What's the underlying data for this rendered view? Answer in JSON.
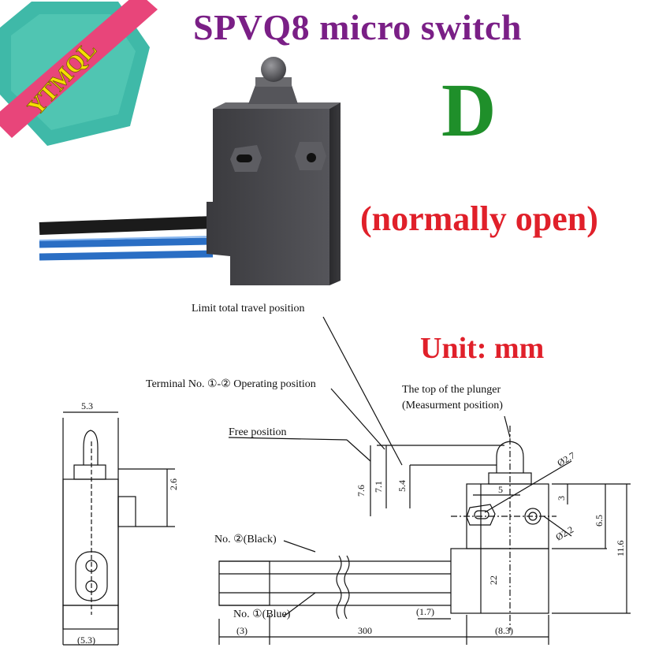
{
  "header": {
    "title": "SPVQ8 micro switch",
    "variant": "D",
    "mode": "(normally open)",
    "unit": "Unit: mm",
    "logo_text": "YTMQL"
  },
  "colors": {
    "title": "#7a1f86",
    "variant": "#1f8f2a",
    "accent_red": "#e0202a",
    "logo_teal": "#3fb9a8",
    "logo_pink": "#e8457a"
  },
  "diagram": {
    "labels": {
      "limit_travel": "Limit total travel position",
      "terminal_operating": "Terminal No. ①-② Operating position",
      "free_position": "Free position",
      "plunger_top": "The top of the plunger",
      "measurement": "(Measurment position)",
      "wire_black": "No. ②(Black)",
      "wire_blue": "No. ①(Blue)"
    },
    "dims": {
      "w_top": "5.3",
      "w_bottom": "(5.3)",
      "side_2_6": "2.6",
      "d_7_6": "7.6",
      "d_7_1": "7.1",
      "d_5_4": "5.4",
      "d_5": "5",
      "phi_2_7": "Ø2.7",
      "phi_2_2": "Ø2.2",
      "d_3": "3",
      "d_6_5": "6.5",
      "d_11_6": "11.6",
      "d_22": "22",
      "d_1_7": "(1.7)",
      "d_3_left": "(3)",
      "d_300": "300",
      "d_8_3": "(8.3)"
    }
  }
}
